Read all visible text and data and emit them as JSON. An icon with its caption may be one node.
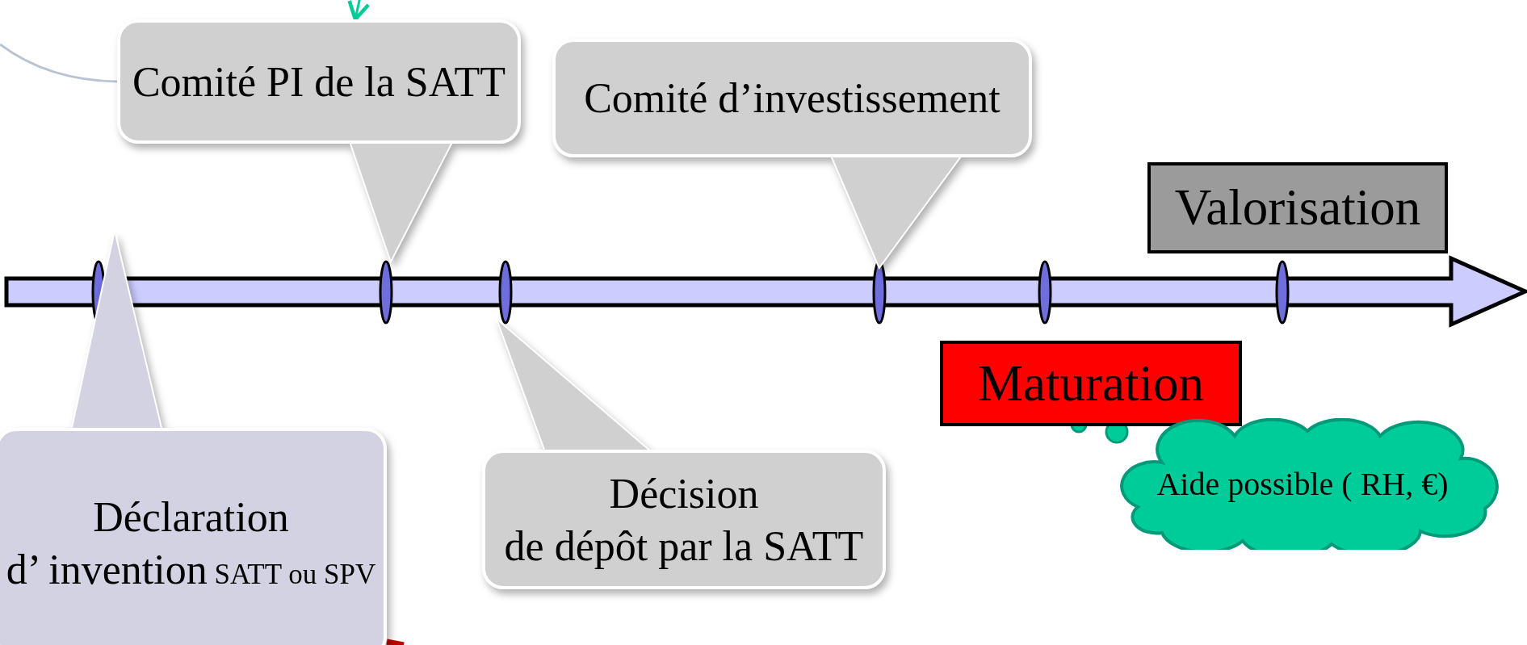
{
  "diagram": {
    "nodes": [
      {
        "text": [
          "Comité PI de la SATT"
        ]
      },
      {
        "text": [
          "Comité d’investissement"
        ]
      },
      {
        "text": [
          "Valorisation"
        ]
      },
      {
        "text": [
          "Déclaration",
          "d’ invention",
          "SATT ou SPV"
        ]
      },
      {
        "text": [
          "Décision",
          "de dépôt par la SATT"
        ]
      },
      {
        "text": [
          "Maturation"
        ]
      },
      {
        "text": [
          "Aide possible ( RH, €)"
        ]
      }
    ],
    "edges": [
      {
        "from": null,
        "to": 0,
        "arrow": "to",
        "color": "#00cc99"
      },
      {
        "from": null,
        "to": 0,
        "arrow": "none",
        "color": "#b8c4d4"
      },
      {
        "from": null,
        "to": 3,
        "arrow": "none",
        "style": "thick",
        "color": "#c00000"
      }
    ]
  }
}
